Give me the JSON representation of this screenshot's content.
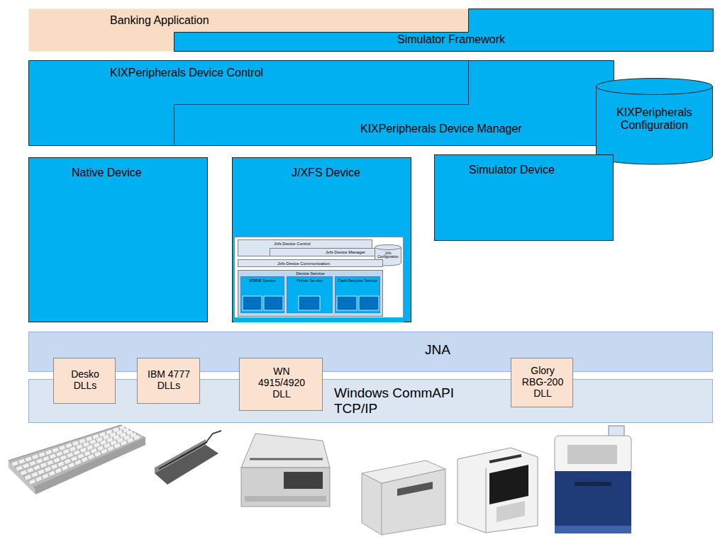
{
  "diagram": {
    "nodes": [
      {
        "text": [
          "Banking Application"
        ]
      },
      {
        "text": [
          "Simulator Framework"
        ]
      },
      {
        "text": [
          "KIXPeripherals Device Control"
        ]
      },
      {
        "text": [
          "KIXPeripherals Device Manager"
        ]
      },
      {
        "text": [
          "KIXPeripherals Configuration"
        ]
      },
      {
        "text": [
          "Native Device"
        ]
      },
      {
        "text": [
          "J/XFS Device"
        ]
      },
      {
        "text": [
          "Jxfs Device Control"
        ],
        "in": 6
      },
      {
        "text": [
          "Jxfs Device Manager"
        ],
        "in": 6
      },
      {
        "text": [
          "Jxfs Configuration"
        ],
        "in": 6
      },
      {
        "text": [
          "Jxfs Device Communication"
        ],
        "in": 6
      },
      {
        "text": [
          "Device Service"
        ],
        "in": 6
      },
      {
        "text": [
          "MSR/E Service"
        ],
        "in": 11
      },
      {
        "text": [
          "Printer Service"
        ],
        "in": 11
      },
      {
        "text": [
          "Cash Recycler Service"
        ],
        "in": 11
      },
      {
        "text": [
          "Simulator Device"
        ]
      },
      {
        "text": [
          "JNA"
        ]
      },
      {
        "text": [
          "Windows CommAPI TCP/IP"
        ]
      },
      {
        "text": [
          "Desko DLLs"
        ]
      },
      {
        "text": [
          "IBM 4777 DLLs"
        ]
      },
      {
        "text": [
          "WN 4915/4920 DLL"
        ]
      },
      {
        "text": [
          "Glory RBG-200 DLL"
        ]
      }
    ]
  }
}
